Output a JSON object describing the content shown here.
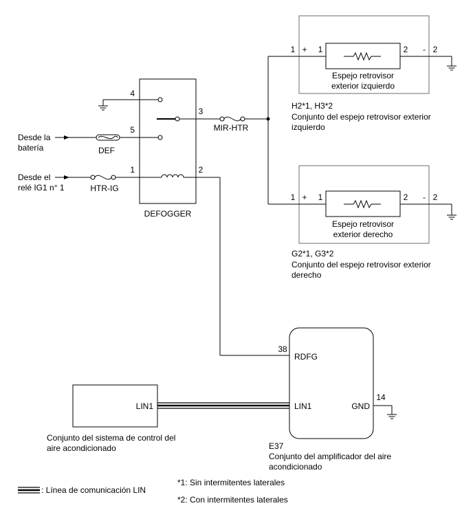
{
  "sources": {
    "battery": [
      "Desde la",
      "batería"
    ],
    "ig1_relay": [
      "Desde el",
      "relé IG1 n° 1"
    ]
  },
  "fuses": {
    "def": "DEF",
    "htr_ig": "HTR-IG",
    "mir_htr": "MIR-HTR"
  },
  "defogger": {
    "name": "DEFOGGER",
    "pins": {
      "p4": "4",
      "p5": "5",
      "p1": "1",
      "p3": "3",
      "p2": "2"
    }
  },
  "left_mirror": {
    "label": [
      "Espejo retrovisor",
      "exterior izquierdo"
    ],
    "pin_left": "1",
    "plus": "+",
    "inner_left": "1",
    "inner_right": "2",
    "minus": "-",
    "pin_right": "2",
    "connector": "H2*1, H3*2",
    "caption": [
      "Conjunto del espejo retrovisor exterior",
      "izquierdo"
    ]
  },
  "right_mirror": {
    "label": [
      "Espejo retrovisor",
      "exterior derecho"
    ],
    "pin_left": "1",
    "plus": "+",
    "inner_left": "1",
    "inner_right": "2",
    "minus": "-",
    "pin_right": "2",
    "connector": "G2*1, G3*2",
    "caption": [
      "Conjunto del espejo retrovisor exterior",
      "derecho"
    ]
  },
  "amplifier": {
    "rdfg_pin": "38",
    "rdfg": "RDFG",
    "lin1": "LIN1",
    "gnd": "GND",
    "gnd_pin": "14",
    "connector": "E37",
    "caption": [
      "Conjunto del amplificador del aire",
      "acondicionado"
    ]
  },
  "ac_control": {
    "lin1": "LIN1",
    "caption": [
      "Conjunto del sistema de control del",
      "aire acondicionado"
    ]
  },
  "legend": {
    "lin_line": ": Línea de comunicación LIN",
    "note1": "*1: Sin intermitentes laterales",
    "note2": "*2: Con intermitentes laterales"
  }
}
